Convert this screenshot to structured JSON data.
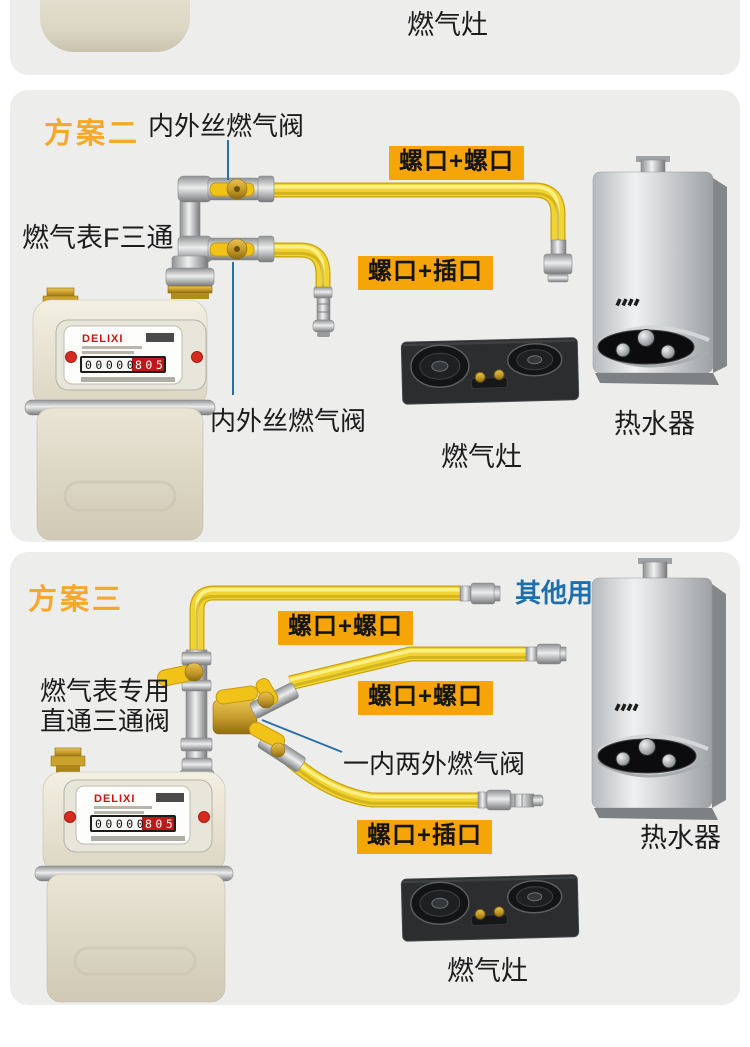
{
  "colors": {
    "panel_bg": "#EDEDEC",
    "tag_bg": "#F6A509",
    "plan_orange": "#F7A82A",
    "blue_text": "#1D6FAD",
    "pointer_line": "#2B6FA3",
    "hose_yellow": "#F2D431"
  },
  "panel1": {
    "stove_label": "燃气灶"
  },
  "panel2": {
    "plan_label": "方案二",
    "valve_label_top": "内外丝燃气阀",
    "meter_tee_label": "燃气表F三通",
    "tag_screw_screw": "螺口+螺口",
    "tag_screw_plug": "螺口+插口",
    "valve_label_bottom": "内外丝燃气阀",
    "heater_label": "热水器",
    "stove_label": "燃气灶",
    "meter": {
      "brand": "DELIXI",
      "counter_black": "00000",
      "counter_red": "805"
    }
  },
  "panel3": {
    "plan_label": "方案三",
    "other_use_label": "其他用",
    "tag_screw_screw_top": "螺口+螺口",
    "tag_screw_screw_mid": "螺口+螺口",
    "tag_screw_plug": "螺口+插口",
    "meter_valve_label_line1": "燃气表专用",
    "meter_valve_label_line2": "直通三通阀",
    "branch_valve_label": "一内两外燃气阀",
    "heater_label": "热水器",
    "stove_label": "燃气灶",
    "meter": {
      "brand": "DELIXI",
      "counter_black": "00000",
      "counter_red": "805"
    }
  }
}
